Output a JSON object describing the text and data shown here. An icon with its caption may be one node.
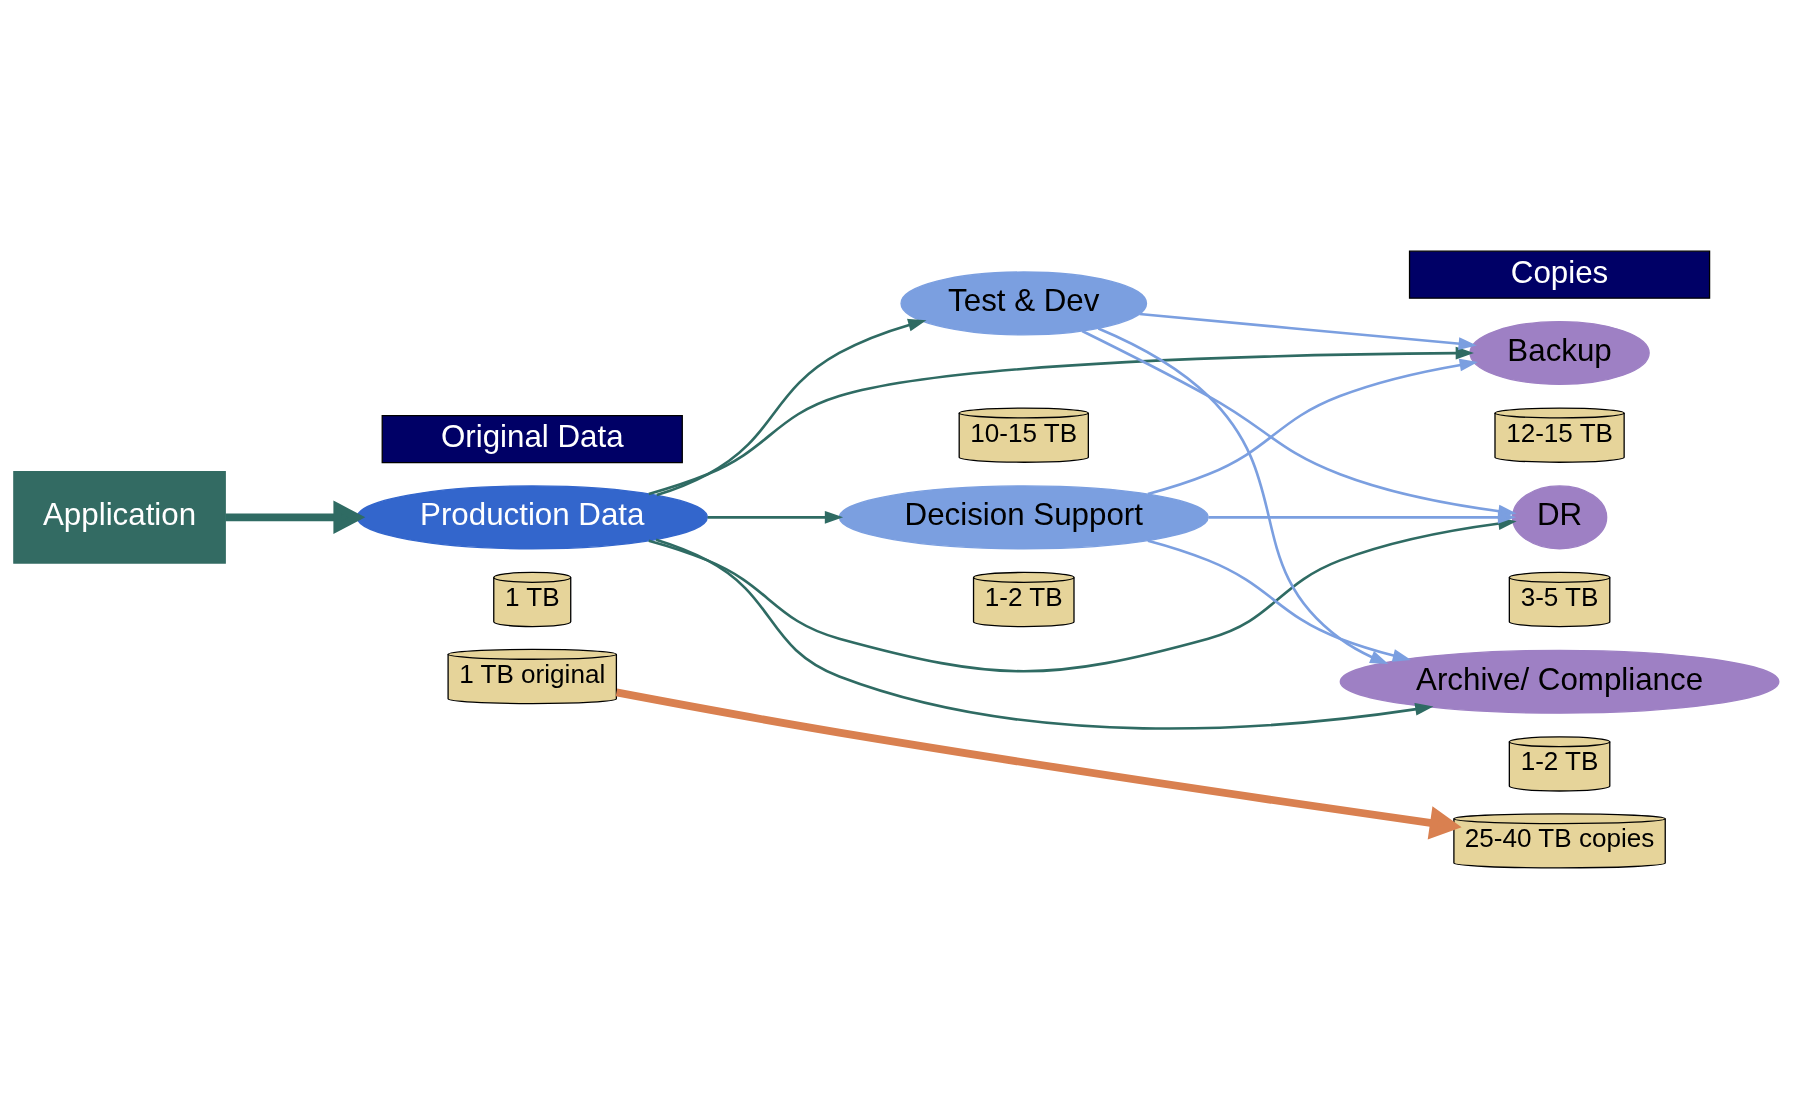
{
  "diagram": {
    "nodes": [
      {
        "text": [
          "Original Data"
        ]
      },
      {
        "text": [
          "Copies"
        ]
      },
      {
        "text": [
          "Application"
        ]
      },
      {
        "text": [
          "Production Data"
        ]
      },
      {
        "text": [
          "1 TB"
        ]
      },
      {
        "text": [
          "Test & Dev"
        ]
      },
      {
        "text": [
          "10-15 TB"
        ]
      },
      {
        "text": [
          "Decision Support"
        ]
      },
      {
        "text": [
          "1-2 TB"
        ]
      },
      {
        "text": [
          "Backup"
        ]
      },
      {
        "text": [
          "12-15 TB"
        ]
      },
      {
        "text": [
          "DR"
        ]
      },
      {
        "text": [
          "3-5 TB"
        ]
      },
      {
        "text": [
          "Archive/ Compliance"
        ]
      },
      {
        "text": [
          "1-2 TB"
        ]
      },
      {
        "text": [
          "1 TB original"
        ]
      },
      {
        "text": [
          "25-40 TB copies"
        ]
      }
    ],
    "edges": [
      {
        "from": 2,
        "to": 3,
        "arrow": "to",
        "style": "thick"
      },
      {
        "from": 3,
        "to": 9,
        "arrow": "to"
      },
      {
        "from": 3,
        "to": 5,
        "arrow": "to"
      },
      {
        "from": 3,
        "to": 11,
        "arrow": "to"
      },
      {
        "from": 3,
        "to": 7,
        "arrow": "to"
      },
      {
        "from": 3,
        "to": 13,
        "arrow": "to"
      },
      {
        "from": 5,
        "to": 9,
        "arrow": "to",
        "color": "#7b9fe0"
      },
      {
        "from": 5,
        "to": 11,
        "arrow": "to",
        "color": "#7b9fe0"
      },
      {
        "from": 5,
        "to": 13,
        "arrow": "to",
        "color": "#7b9fe0"
      },
      {
        "from": 7,
        "to": 9,
        "arrow": "to",
        "color": "#7b9fe0"
      },
      {
        "from": 7,
        "to": 11,
        "arrow": "to",
        "color": "#7b9fe0"
      },
      {
        "from": 7,
        "to": 13,
        "arrow": "to",
        "color": "#7b9fe0"
      },
      {
        "from": 15,
        "to": 16,
        "arrow": "to",
        "style": "thick",
        "color": "#d98050"
      }
    ]
  }
}
